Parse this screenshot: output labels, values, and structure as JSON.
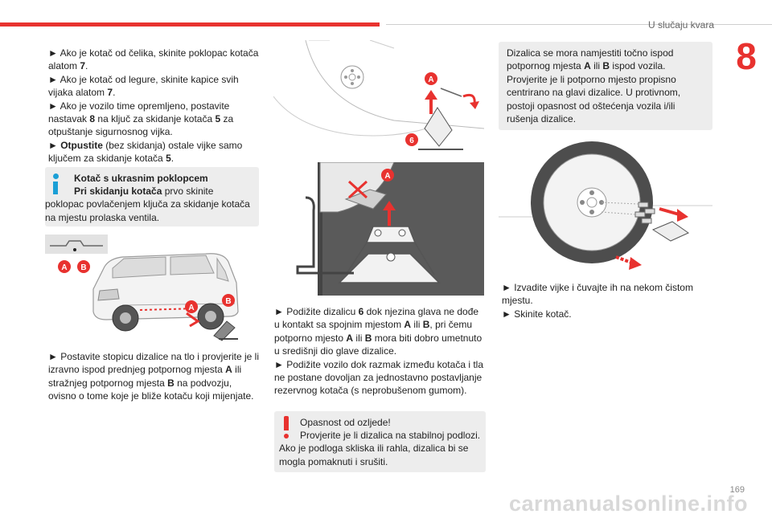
{
  "header": {
    "section_title": "U slučaju kvara",
    "chapter_number": "8"
  },
  "col1": {
    "p1_bullet": "► ",
    "p1_text": "Ako je kotač od čelika, skinite poklopac kotača alatom ",
    "p1_num": "7",
    "p1_end": ".",
    "p2_bullet": "► ",
    "p2_text": "Ako je kotač od legure, skinite kapice svih vijaka alatom ",
    "p2_num": "7",
    "p2_end": ".",
    "p3_bullet": "► ",
    "p3_text_a": "Ako je vozilo time opremljeno, postavite nastavak ",
    "p3_num_a": "8",
    "p3_text_b": " na ključ za skidanje kotača ",
    "p3_num_b": "5",
    "p3_text_c": " za otpuštanje sigurnosnog vijka.",
    "p4_bullet": "► ",
    "p4_bold": "Otpustite",
    "p4_text": " (bez skidanja) ostale vijke samo ključem za skidanje kotača ",
    "p4_num": "5",
    "p4_end": ".",
    "info_title": "Kotač s ukrasnim poklopcem",
    "info_bold": "Pri skidanju kotača",
    "info_text": " prvo skinite poklopac povlačenjem ključa za skidanje kotača na mjestu prolaska ventila.",
    "fig_labels": {
      "a": "A",
      "b": "B"
    },
    "p5_bullet": "► ",
    "p5_text_a": "Postavite stopicu dizalice na tlo i provjerite je li izravno ispod prednjeg potpornog mjesta ",
    "p5_a": "A",
    "p5_text_b": " ili stražnjeg potpornog mjesta ",
    "p5_b": "B",
    "p5_text_c": " na podvozju, ovisno o tome koje je bliže kotaču koji mijenjate."
  },
  "col2": {
    "fig1_labels": {
      "a": "A",
      "six": "6"
    },
    "fig2_labels": {
      "a": "A"
    },
    "p1_bullet": "► ",
    "p1_text_a": "Podižite dizalicu ",
    "p1_num": "6",
    "p1_text_b": " dok njezina glava ne dođe u kontakt sa spojnim mjestom ",
    "p1_a": "A",
    "p1_text_c": " ili ",
    "p1_b": "B",
    "p1_text_d": ", pri čemu potporno mjesto ",
    "p1_a2": "A",
    "p1_text_e": " ili ",
    "p1_b2": "B",
    "p1_text_f": " mora biti dobro umetnuto u središnji dio glave dizalice.",
    "p2_bullet": "► ",
    "p2_text": "Podižite vozilo dok razmak između kotača i tla ne postane dovoljan za jednostavno postavljanje rezervnog kotača (s neprobušenom gumom).",
    "warn_line1": "Opasnost od ozljede!",
    "warn_text": "Provjerite je li dizalica na stabilnoj podlozi. Ako je podloga skliska ili rahla, dizalica bi se mogla pomaknuti i srušiti."
  },
  "col3": {
    "box_text_a": "Dizalica se mora namjestiti točno ispod potpornog mjesta ",
    "box_a": "A",
    "box_text_b": " ili ",
    "box_b": "B",
    "box_text_c": " ispod vozila. Provjerite je li potporno mjesto propisno centrirano na glavi dizalice. U protivnom, postoji opasnost od oštećenja vozila i/ili rušenja dizalice.",
    "p1_bullet": "► ",
    "p1_text": "Izvadite vijke i čuvajte ih na nekom čistom mjestu.",
    "p2_bullet": "► ",
    "p2_text": "Skinite kotač."
  },
  "footer": {
    "page_number": "169",
    "watermark": "carmanualsonline.info"
  },
  "colors": {
    "accent_red": "#e8322f",
    "info_blue": "#1b9fd6",
    "box_grey": "#ededed"
  }
}
